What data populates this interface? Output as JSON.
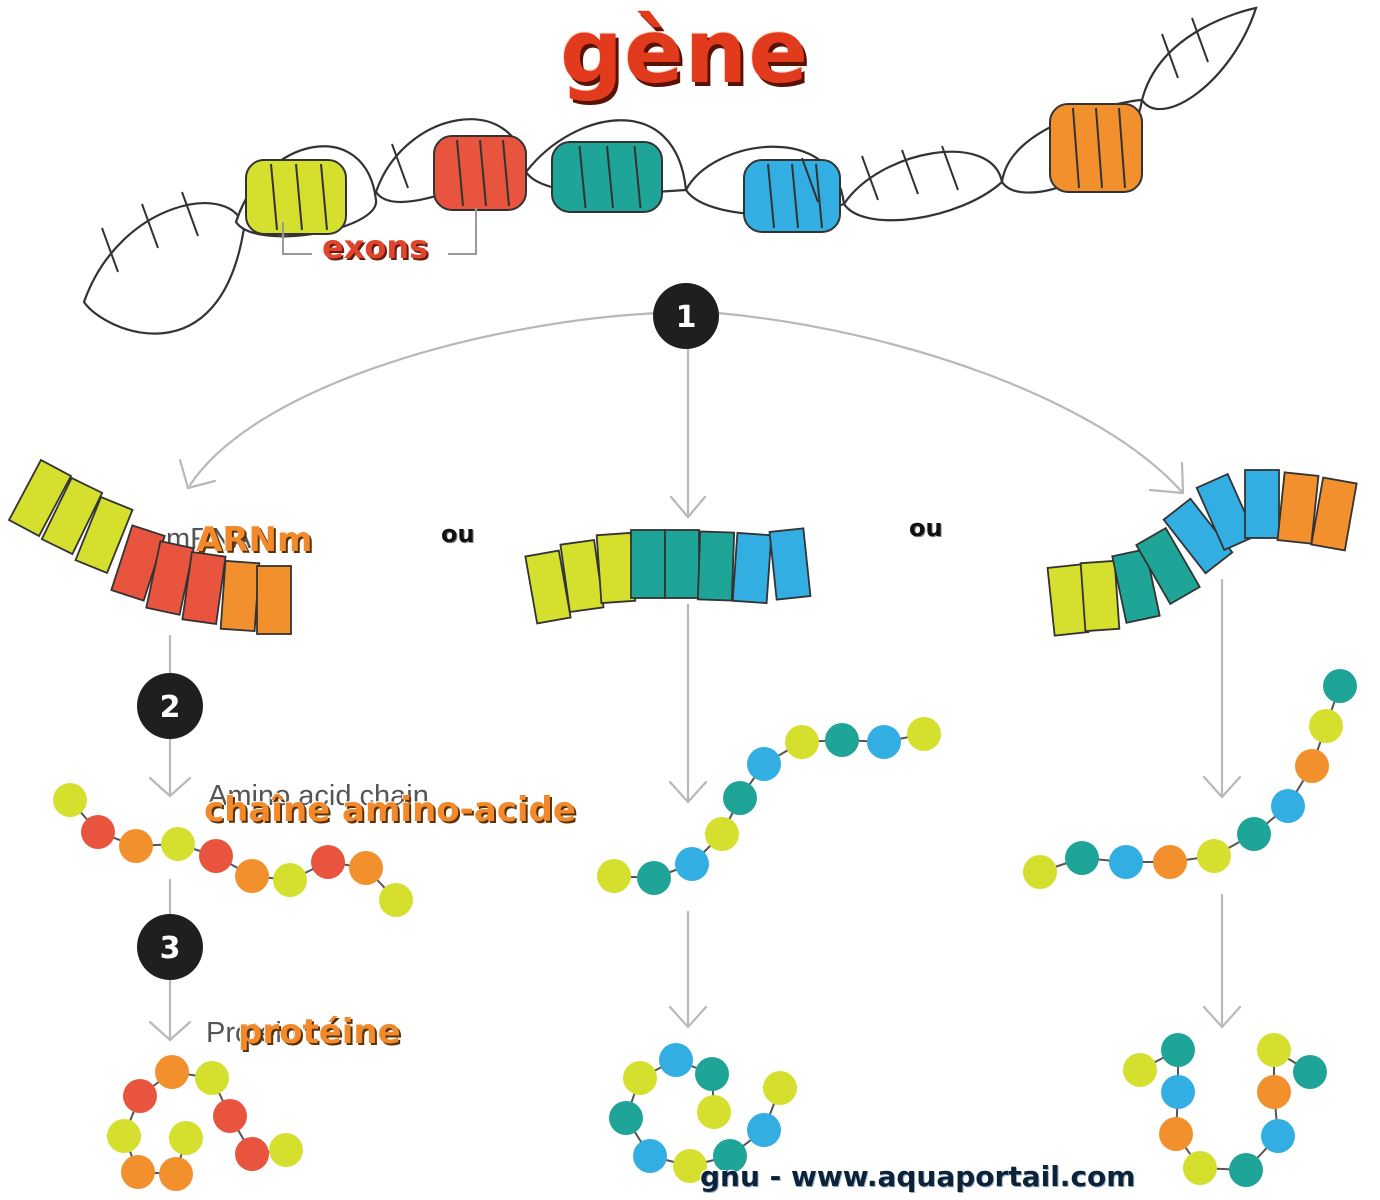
{
  "title": "gène",
  "labels": {
    "exons": "exons",
    "mrna": "ARNm",
    "amino_chain": "chaîne amino-acide",
    "protein": "protéine",
    "or_1": "ou",
    "or_2": "ou",
    "credit": "gnu - www.aquaportail.com"
  },
  "steps": [
    "1",
    "2",
    "3"
  ],
  "underlying_labels": {
    "mrna": "mRNA",
    "amino_chain": "Amino acid chain",
    "protein": "Protein"
  },
  "colors": {
    "yellow_green": "#d4df2e",
    "red": "#e8543e",
    "teal": "#1fa597",
    "blue": "#32aee3",
    "orange": "#f3902e",
    "title_red": "#e23a1c",
    "label_orange": "#f28a2c",
    "step_circle": "#1f1f1f"
  }
}
